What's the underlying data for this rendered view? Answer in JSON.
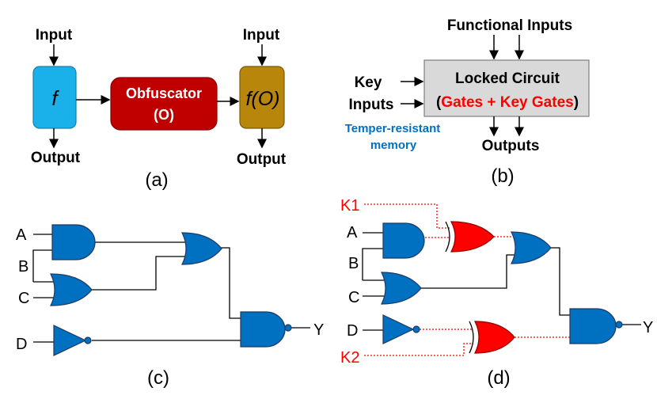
{
  "panel_a": {
    "input_label_left": "Input",
    "input_label_right": "Input",
    "f_label": "f",
    "obfuscator_line1": "Obfuscator",
    "obfuscator_line2": "(O)",
    "fo_label": "f(O)",
    "output_left": "Output",
    "output_right": "Output",
    "caption": "(a)",
    "colors": {
      "f_box": "#1ab0ea",
      "obfuscator": "#c00000",
      "fo_box": "#b8860b"
    }
  },
  "panel_b": {
    "functional_inputs": "Functional Inputs",
    "key_line1": "Key",
    "key_line2": "Inputs",
    "memory_line1": "Temper-resistant",
    "memory_line2": "memory",
    "locked_title": "Locked Circuit",
    "gates_open": "(",
    "gates_red": "Gates + Key Gates",
    "gates_close": ")",
    "outputs": "Outputs",
    "caption": "(b)",
    "colors": {
      "box": "#d9d9d9",
      "red": "#ff0000",
      "memory": "#0070c0"
    }
  },
  "panel_c": {
    "a": "A",
    "b": "B",
    "c": "C",
    "d": "D",
    "y": "Y",
    "caption": "(c)",
    "colors": {
      "gate": "#0070c0"
    }
  },
  "panel_d": {
    "k1": "K1",
    "k2": "K2",
    "a": "A",
    "b": "B",
    "c": "C",
    "d": "D",
    "y": "Y",
    "caption": "(d)",
    "colors": {
      "gate": "#0070c0",
      "key_gate": "#ff0000"
    }
  }
}
